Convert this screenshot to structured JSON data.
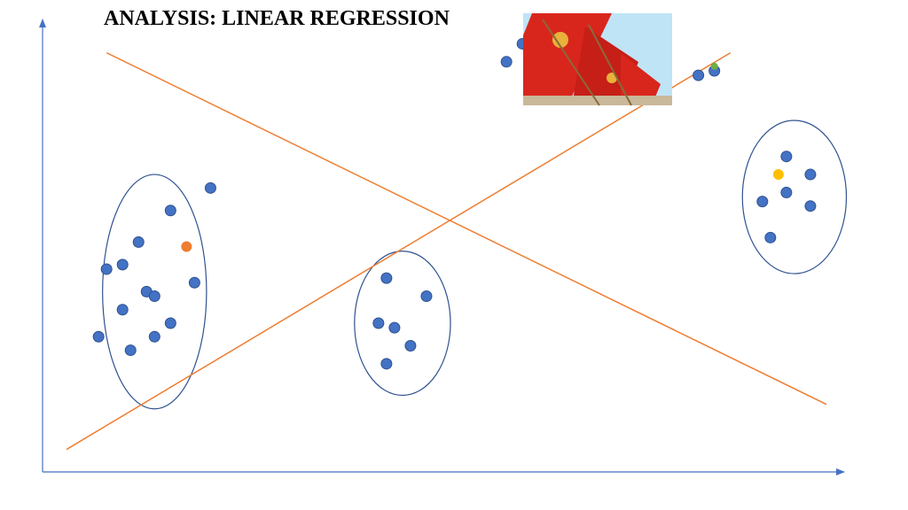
{
  "title": "ANALYSIS: LINEAR REGRESSION",
  "colors": {
    "axis": "#4472c4",
    "line": "#ed7d31",
    "point": "#4472c4",
    "point_stroke": "#2f528f",
    "cluster": "#2f528f",
    "highlight_orange": "#ed7d31",
    "highlight_green": "#70ad47",
    "highlight_yellow": "#ffc000"
  },
  "photo": {
    "icon": "flag-photo-icon",
    "sky": "#bfe4f6",
    "flag": "#d8261c",
    "emblem": "#e8b13a"
  },
  "chart_data": {
    "type": "scatter",
    "title": "",
    "xlabel": "",
    "ylabel": "",
    "xlim": [
      0,
      100
    ],
    "ylim": [
      0,
      100
    ],
    "grid": false,
    "points": [
      {
        "x": 10,
        "y": 46,
        "cluster": 1,
        "color": "blue"
      },
      {
        "x": 12,
        "y": 51,
        "cluster": 1,
        "color": "blue"
      },
      {
        "x": 16,
        "y": 58,
        "cluster": 1,
        "color": "blue"
      },
      {
        "x": 21,
        "y": 63,
        "cluster": 1,
        "color": "blue"
      },
      {
        "x": 7,
        "y": 30,
        "cluster": 1,
        "color": "blue"
      },
      {
        "x": 8,
        "y": 45,
        "cluster": 1,
        "color": "blue"
      },
      {
        "x": 11,
        "y": 27,
        "cluster": 1,
        "color": "blue"
      },
      {
        "x": 14,
        "y": 30,
        "cluster": 1,
        "color": "blue"
      },
      {
        "x": 13,
        "y": 40,
        "cluster": 1,
        "color": "blue"
      },
      {
        "x": 10,
        "y": 36,
        "cluster": 1,
        "color": "blue"
      },
      {
        "x": 14,
        "y": 39,
        "cluster": 1,
        "color": "blue"
      },
      {
        "x": 19,
        "y": 42,
        "cluster": 1,
        "color": "blue"
      },
      {
        "x": 16,
        "y": 33,
        "cluster": 1,
        "color": "blue"
      },
      {
        "x": 18,
        "y": 50,
        "cluster": 1,
        "color": "orange"
      },
      {
        "x": 43,
        "y": 43,
        "cluster": 2,
        "color": "blue"
      },
      {
        "x": 48,
        "y": 39,
        "cluster": 2,
        "color": "blue"
      },
      {
        "x": 42,
        "y": 33,
        "cluster": 2,
        "color": "blue"
      },
      {
        "x": 44,
        "y": 32,
        "cluster": 2,
        "color": "blue"
      },
      {
        "x": 46,
        "y": 28,
        "cluster": 2,
        "color": "blue"
      },
      {
        "x": 43,
        "y": 24,
        "cluster": 2,
        "color": "blue"
      },
      {
        "x": 58,
        "y": 91,
        "cluster": 0,
        "color": "blue"
      },
      {
        "x": 60,
        "y": 95,
        "cluster": 0,
        "color": "blue"
      },
      {
        "x": 82,
        "y": 88,
        "cluster": 0,
        "color": "blue"
      },
      {
        "x": 84,
        "y": 89,
        "cluster": 0,
        "color": "blue"
      },
      {
        "x": 84,
        "y": 90,
        "cluster": 0,
        "color": "green"
      },
      {
        "x": 90,
        "y": 60,
        "cluster": 3,
        "color": "blue"
      },
      {
        "x": 93,
        "y": 70,
        "cluster": 3,
        "color": "blue"
      },
      {
        "x": 93,
        "y": 62,
        "cluster": 3,
        "color": "blue"
      },
      {
        "x": 96,
        "y": 66,
        "cluster": 3,
        "color": "blue"
      },
      {
        "x": 96,
        "y": 59,
        "cluster": 3,
        "color": "blue"
      },
      {
        "x": 91,
        "y": 52,
        "cluster": 3,
        "color": "blue"
      },
      {
        "x": 92,
        "y": 66,
        "cluster": 3,
        "color": "yellow"
      }
    ],
    "lines": [
      {
        "x1": 3,
        "y1": 5,
        "x2": 86,
        "y2": 93
      },
      {
        "x1": 8,
        "y1": 93,
        "x2": 98,
        "y2": 15
      }
    ],
    "clusters": [
      {
        "cx": 14,
        "cy": 40,
        "rx": 13,
        "ry": 52
      },
      {
        "cx": 45,
        "cy": 33,
        "rx": 12,
        "ry": 32
      },
      {
        "cx": 94,
        "cy": 61,
        "rx": 13,
        "ry": 34
      }
    ]
  }
}
